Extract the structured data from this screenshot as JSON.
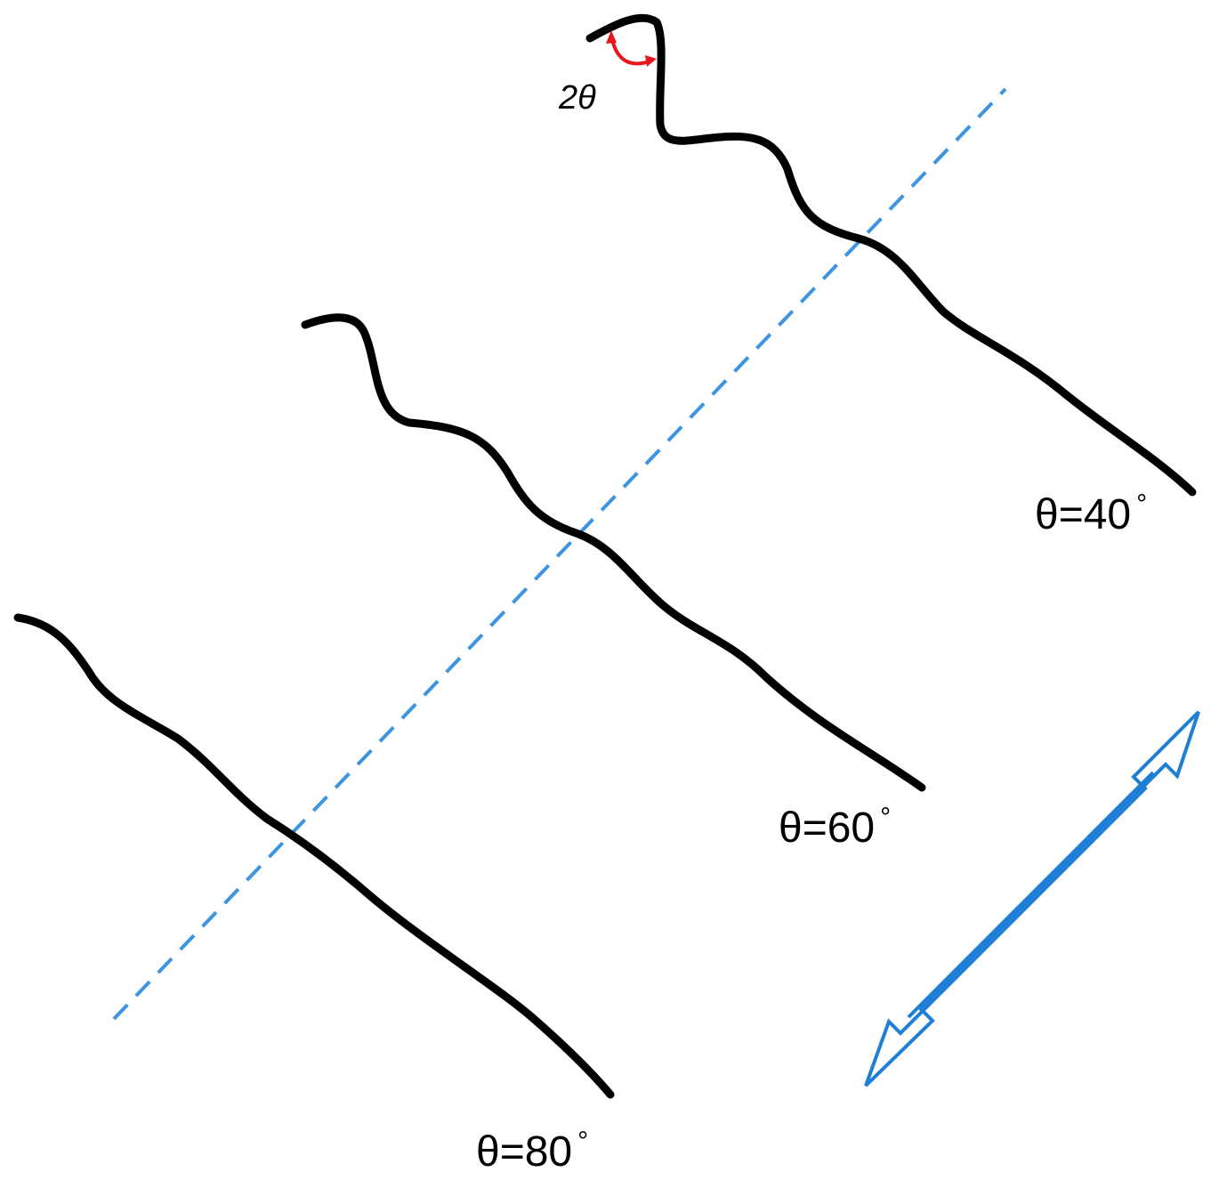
{
  "colors": {
    "fiber": "#000000",
    "axis": "#3d94e0",
    "arc": "#e8161b",
    "arrow": "#1f7fd6",
    "text": "#000000"
  },
  "annotation": {
    "angle_label": "2θ"
  },
  "fibers": [
    {
      "label": "θ=40",
      "degree": "°"
    },
    {
      "label": "θ=60",
      "degree": "°"
    },
    {
      "label": "θ=80",
      "degree": "°"
    }
  ],
  "icons": {
    "double_arrow": "double-headed-hollow-arrow",
    "angle_arc": "curved-double-arrow"
  }
}
